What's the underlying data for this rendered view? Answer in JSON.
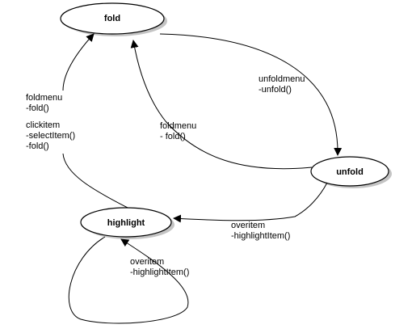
{
  "states": {
    "fold": {
      "label": "fold"
    },
    "unfold": {
      "label": "unfold"
    },
    "highlight": {
      "label": "highlight"
    }
  },
  "transitions": {
    "fold_to_unfold": {
      "from": "fold",
      "to": "unfold",
      "event": "unfoldmenu",
      "action": "-unfold()"
    },
    "unfold_to_fold": {
      "from": "unfold",
      "to": "fold",
      "event": "foldmenu",
      "action": "- fold()"
    },
    "unfold_to_highlight": {
      "from": "unfold",
      "to": "highlight",
      "event": "overitem",
      "action": "-highlightItem()"
    },
    "highlight_to_highlight": {
      "from": "highlight",
      "to": "highlight",
      "event": "overitem",
      "action": "-highlightItem()"
    },
    "highlight_to_fold": {
      "from": "highlight",
      "to": "fold",
      "event1": "foldmenu",
      "action1": "-fold()",
      "event2": "clickitem",
      "action2": "-selectItem()",
      "action3": "-fold()"
    }
  }
}
